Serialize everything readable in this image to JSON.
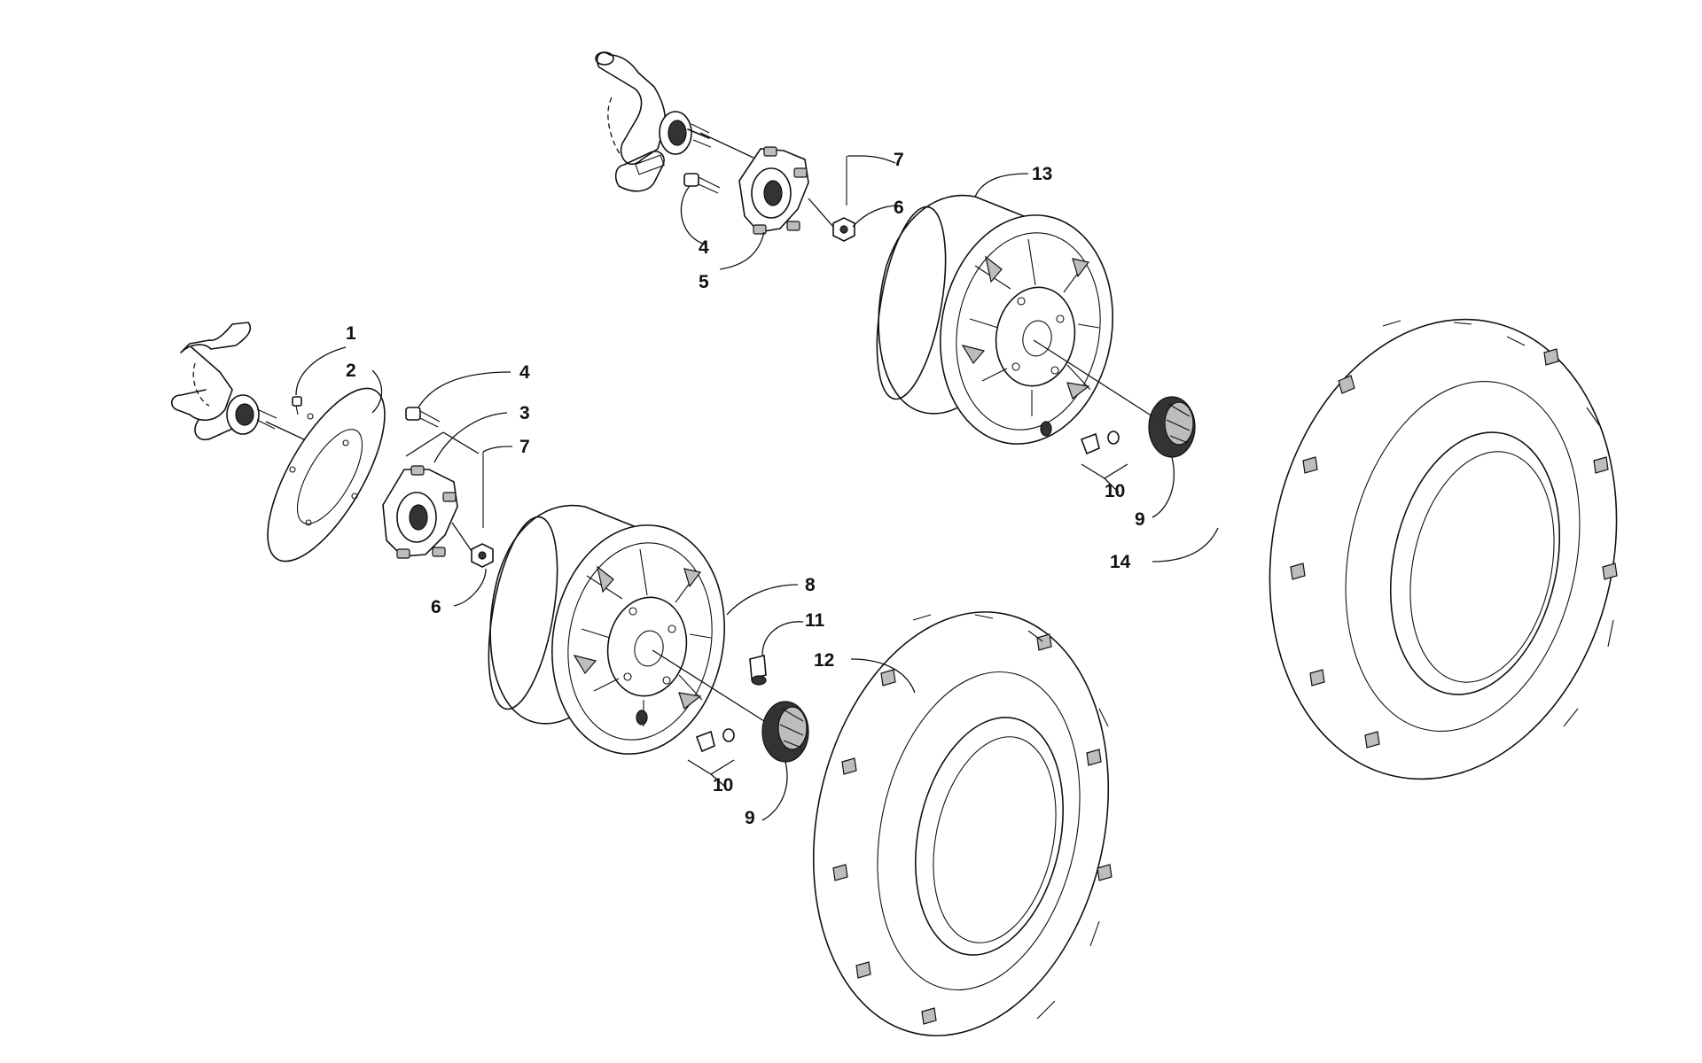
{
  "callouts": [
    {
      "id": "c1",
      "text": "1"
    },
    {
      "id": "c2",
      "text": "2"
    },
    {
      "id": "c3",
      "text": "3"
    },
    {
      "id": "c4a",
      "text": "4"
    },
    {
      "id": "c4b",
      "text": "4"
    },
    {
      "id": "c5",
      "text": "5"
    },
    {
      "id": "c6a",
      "text": "6"
    },
    {
      "id": "c6b",
      "text": "6"
    },
    {
      "id": "c7a",
      "text": "7"
    },
    {
      "id": "c7b",
      "text": "7"
    },
    {
      "id": "c8",
      "text": "8"
    },
    {
      "id": "c9a",
      "text": "9"
    },
    {
      "id": "c9b",
      "text": "9"
    },
    {
      "id": "c10a",
      "text": "10"
    },
    {
      "id": "c10b",
      "text": "10"
    },
    {
      "id": "c11",
      "text": "11"
    },
    {
      "id": "c12",
      "text": "12"
    },
    {
      "id": "c13",
      "text": "13"
    },
    {
      "id": "c14",
      "text": "14"
    }
  ]
}
